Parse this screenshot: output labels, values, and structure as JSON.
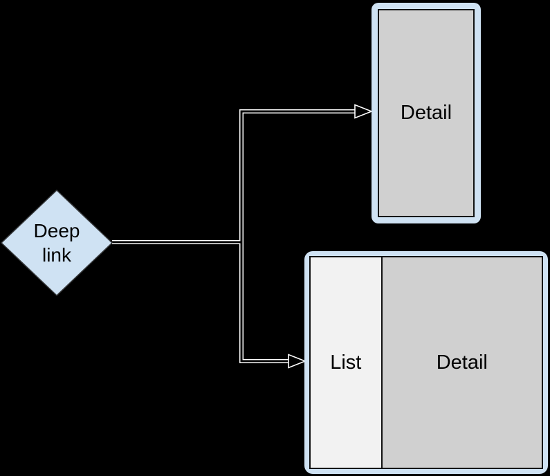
{
  "diagram": {
    "deep_link": {
      "label": "Deep link",
      "shape": "diamond"
    },
    "phone": {
      "detail_label": "Detail"
    },
    "tablet": {
      "list_label": "List",
      "detail_label": "Detail"
    },
    "connections": [
      {
        "from": "Deep link",
        "to": "Detail"
      },
      {
        "from": "Deep link",
        "to": "List | Detail"
      }
    ]
  },
  "colors": {
    "background": "#000000",
    "node_fill": "#cfe2f3",
    "node_border": "#37393b",
    "frame_fill": "#cfe2f3",
    "detail_fill": "#d0d0d0",
    "list_fill": "#f2f2f2",
    "panel_border": "#111111",
    "connector_casing": "#ffffff",
    "connector_core": "#000000",
    "text": "#000000"
  }
}
